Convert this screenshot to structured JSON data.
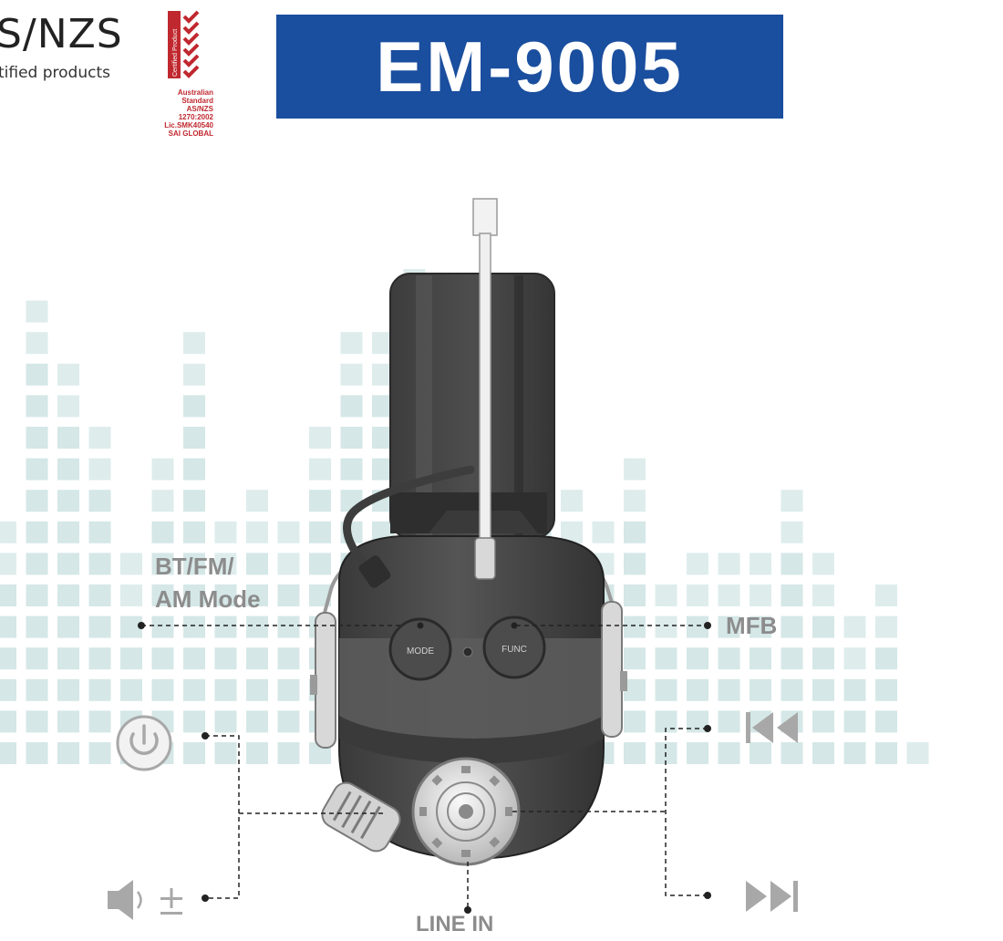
{
  "header": {
    "brand_text": "S/NZS",
    "brand_subtext": "tified products",
    "certification_mark": {
      "lines": [
        "Australian",
        "Standard",
        "AS/NZS",
        "1270:2002",
        "Lic.SMK40540",
        "SAI GLOBAL"
      ],
      "vertical_text": "Certified Product",
      "color": "#c0282f"
    },
    "model_name": "EM-9005",
    "model_banner_color": "#1a4e9e"
  },
  "device": {
    "buttons": {
      "mode": "MODE",
      "func": "FUNC"
    }
  },
  "callouts": {
    "mode": "BT/FM/\nAM Mode",
    "mfb": "MFB",
    "line_in": "LINE IN"
  },
  "icons": [
    "power-icon",
    "volume-plus-minus-icon",
    "previous-track-icon",
    "next-track-icon"
  ],
  "colors": {
    "equalizer": "#d3e6e6",
    "device_body": "#4a4a4a",
    "callout_text": "#8c8c8c"
  }
}
